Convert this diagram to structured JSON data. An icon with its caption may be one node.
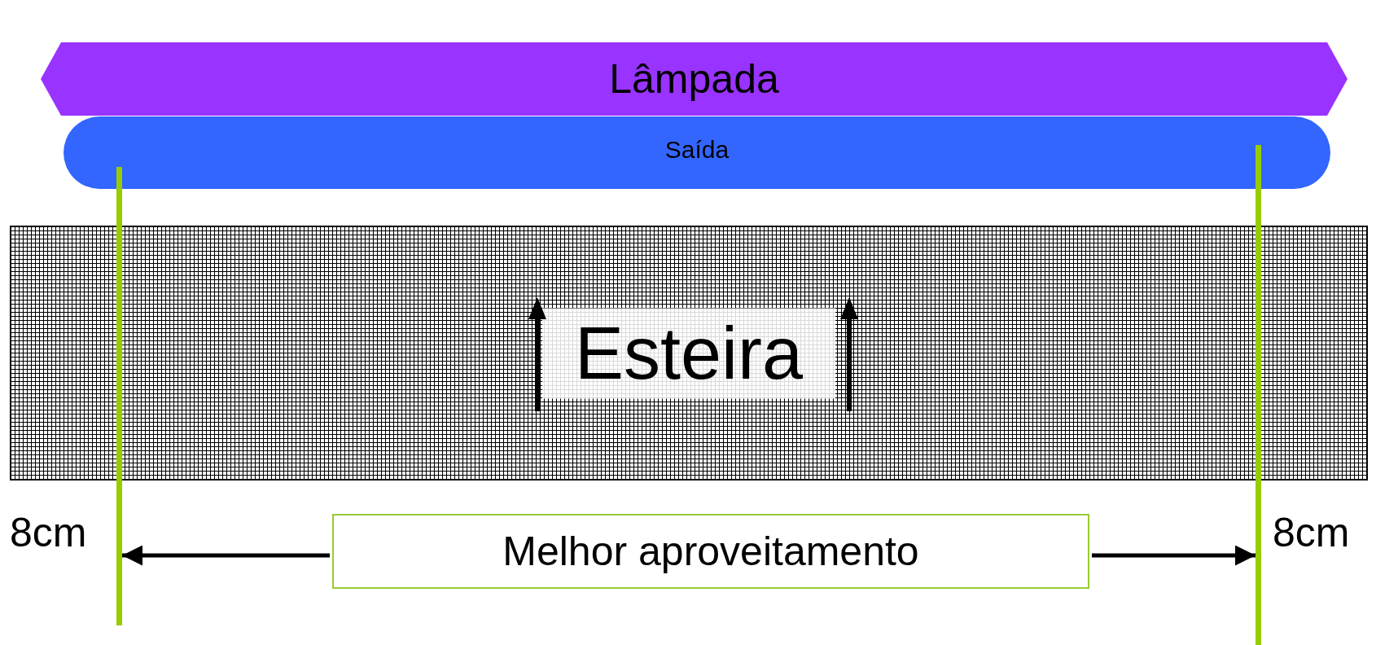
{
  "diagram": {
    "nodes": [
      {
        "text": [
          "Lâmpada"
        ]
      },
      {
        "text": [
          "Saída"
        ]
      },
      {
        "text": [
          "Esteira"
        ]
      },
      {
        "text": [
          "Melhor aproveitamento"
        ]
      },
      {
        "text": [],
        "shape": "bar"
      },
      {
        "text": [],
        "shape": "bar"
      }
    ],
    "edges": [
      {
        "from": 3,
        "to": 4,
        "arrow": "to"
      },
      {
        "from": 3,
        "to": 5,
        "arrow": "to"
      }
    ],
    "labels": [
      "8cm",
      "8cm"
    ]
  }
}
